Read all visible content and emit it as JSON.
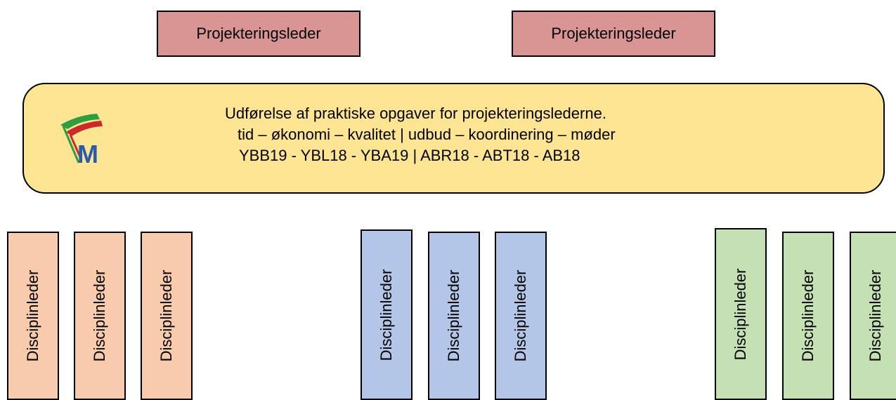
{
  "colors": {
    "leader_fill": "#d99594",
    "banner_fill": "#fee593",
    "group_orange": "#f7cbac",
    "group_blue": "#b4c6e7",
    "group_green": "#c5e0b3"
  },
  "leaders": [
    {
      "label": "Projekteringsleder"
    },
    {
      "label": "Projekteringsleder"
    }
  ],
  "banner": {
    "logo_icon": "m-logo-icon",
    "logo_letter": "M",
    "line1": "Udførelse af praktiske opgaver for projekteringslederne.",
    "line2": "tid – økonomi – kvalitet | udbud – koordinering – møder",
    "line3": "YBB19 - YBL18 - YBA19 | ABR18 - ABT18 - AB18"
  },
  "groups": [
    {
      "color": "orange",
      "items": [
        {
          "label": "Disciplinleder"
        },
        {
          "label": "Disciplinleder"
        },
        {
          "label": "Disciplinleder"
        }
      ]
    },
    {
      "color": "blue",
      "items": [
        {
          "label": "Disciplinleder"
        },
        {
          "label": "Disciplinleder"
        },
        {
          "label": "Disciplinleder"
        }
      ]
    },
    {
      "color": "green",
      "items": [
        {
          "label": "Disciplinleder"
        },
        {
          "label": "Disciplinleder"
        },
        {
          "label": "Disciplinleder"
        }
      ]
    }
  ]
}
